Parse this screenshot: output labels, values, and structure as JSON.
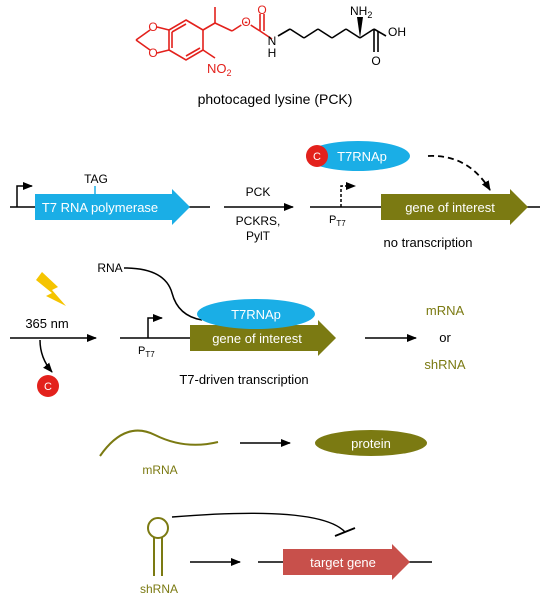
{
  "molecule": {
    "nh2": "NH",
    "nh2_sub": "2",
    "oh": "OH",
    "nh": "N",
    "h": "H",
    "o_carbonyl": "O",
    "o_ester": "O",
    "o_acid": "O",
    "o_ring1": "O",
    "o_ring2": "O",
    "no2": "NO",
    "no2_sub": "2",
    "caption": "photocaged lysine (PCK)"
  },
  "row1": {
    "tag_label": "TAG",
    "gene_label": "T7 RNA polymerase",
    "reagent_top": "PCK",
    "reagent_mid": "PCKRS,",
    "reagent_bot": "PylT",
    "cage_letter": "C",
    "polymerase_label": "T7RNAp",
    "promoter_label": "P",
    "promoter_sub": "T7",
    "target_label": "gene of interest",
    "status": "no transcription"
  },
  "row2": {
    "rna_label": "RNA",
    "light_label": "365 nm",
    "cage_letter": "C",
    "polymerase_label": "T7RNAp",
    "promoter_label": "P",
    "promoter_sub": "T7",
    "target_label": "gene of interest",
    "caption": "T7-driven transcription",
    "out_1": "mRNA",
    "out_or": "or",
    "out_2": "shRNA"
  },
  "row3": {
    "mrna_label": "mRNA",
    "protein_label": "protein"
  },
  "row4": {
    "shrna_label": "shRNA",
    "target_label": "target gene"
  },
  "colors": {
    "cage_red": "#e3211c",
    "gene_blue": "#1aaee6",
    "olive": "#7b7a12",
    "target_red": "#c8504b",
    "bolt_yellow": "#f5c400",
    "black": "#000000"
  }
}
